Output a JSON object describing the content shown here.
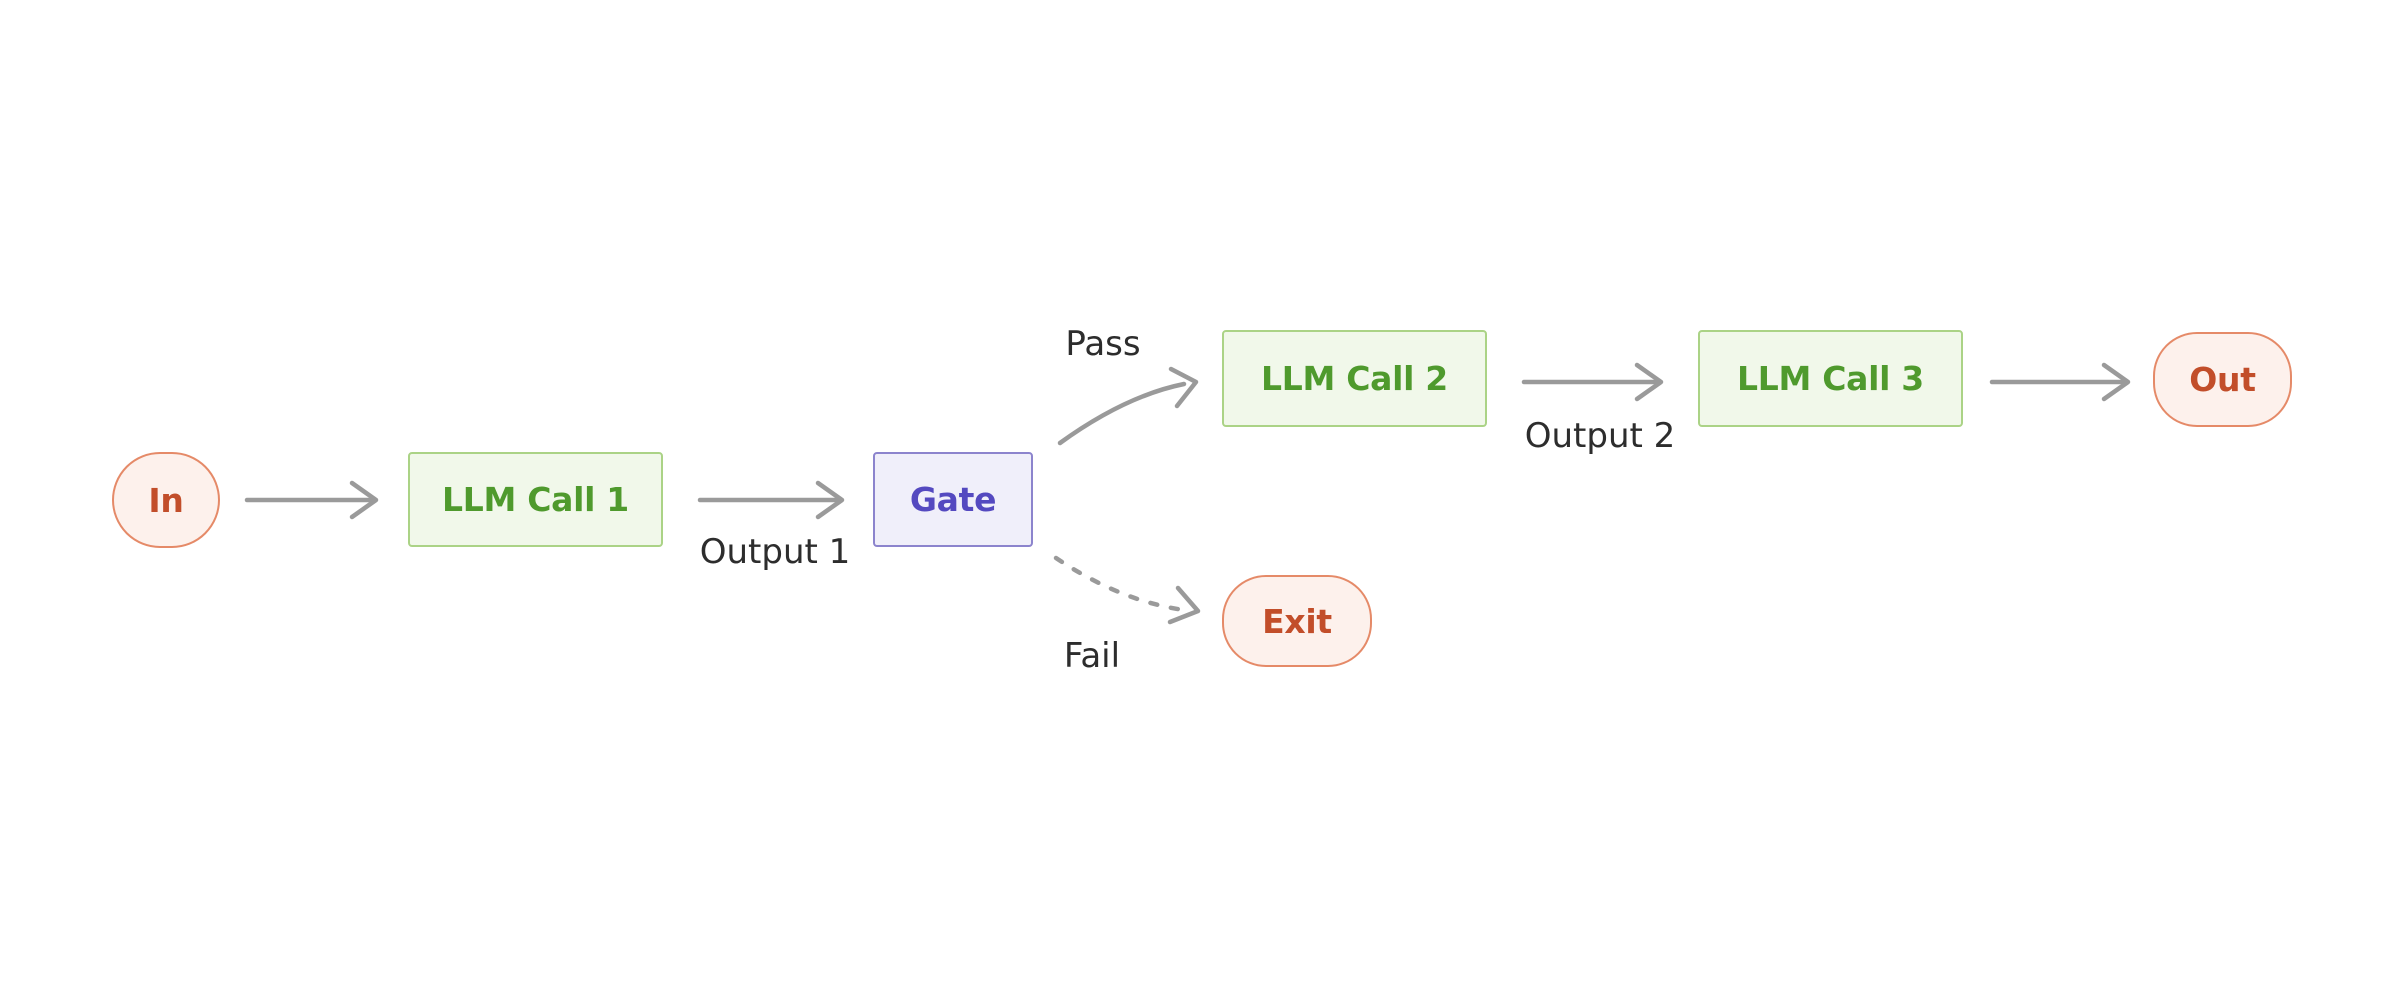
{
  "diagram": {
    "type": "flowchart",
    "nodes": [
      {
        "id": "in",
        "label": "In",
        "shape": "pill",
        "theme": "pink"
      },
      {
        "id": "llm-call-1",
        "label": "LLM Call 1",
        "shape": "rect",
        "theme": "green"
      },
      {
        "id": "gate",
        "label": "Gate",
        "shape": "rect",
        "theme": "purple"
      },
      {
        "id": "llm-call-2",
        "label": "LLM Call 2",
        "shape": "rect",
        "theme": "green"
      },
      {
        "id": "llm-call-3",
        "label": "LLM Call 3",
        "shape": "rect",
        "theme": "green"
      },
      {
        "id": "out",
        "label": "Out",
        "shape": "pill",
        "theme": "pink"
      },
      {
        "id": "exit",
        "label": "Exit",
        "shape": "pill",
        "theme": "pink"
      }
    ],
    "edges": [
      {
        "from": "in",
        "to": "llm-call-1",
        "label": "",
        "style": "solid"
      },
      {
        "from": "llm-call-1",
        "to": "gate",
        "label": "Output 1",
        "style": "solid"
      },
      {
        "from": "gate",
        "to": "llm-call-2",
        "label": "Pass",
        "style": "solid"
      },
      {
        "from": "llm-call-2",
        "to": "llm-call-3",
        "label": "Output 2",
        "style": "solid"
      },
      {
        "from": "llm-call-3",
        "to": "out",
        "label": "",
        "style": "solid"
      },
      {
        "from": "gate",
        "to": "exit",
        "label": "Fail",
        "style": "dashed"
      }
    ]
  },
  "colors": {
    "canvas-bg": "#ffffff",
    "pink-fill": "#fdf1ec",
    "pink-border": "#e58a68",
    "pink-text": "#c24e2a",
    "green-fill": "#f1f8ea",
    "green-border": "#abd386",
    "green-text": "#4f9a2d",
    "purple-fill": "#f0effa",
    "purple-border": "#8c84cd",
    "purple-text": "#5449c0",
    "edge-stroke": "#9a9a9a",
    "edge-label-text": "#2d2d2d"
  }
}
